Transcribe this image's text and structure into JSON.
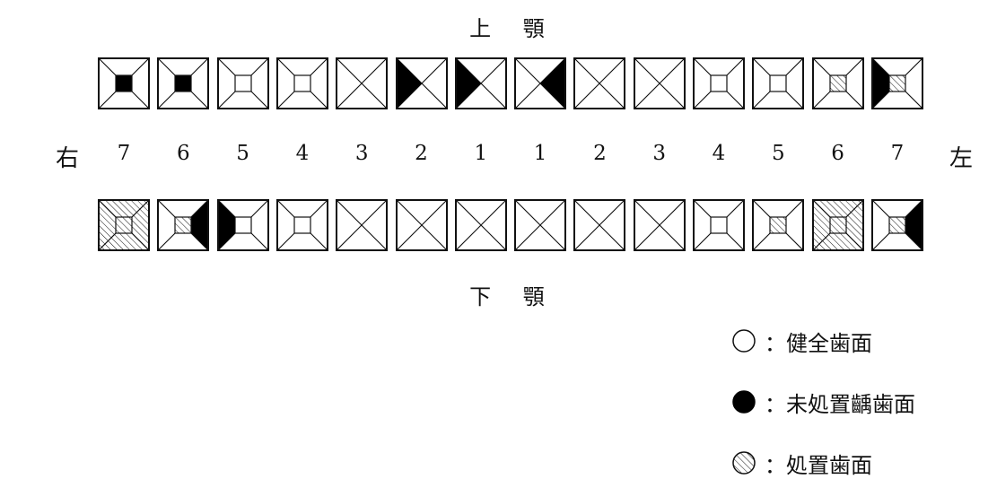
{
  "diagram": {
    "upper_jaw_label": "上 顎",
    "lower_jaw_label": "下 顎",
    "right_label": "右",
    "left_label": "左",
    "tooth_numbers": [
      "7",
      "6",
      "5",
      "4",
      "3",
      "2",
      "1",
      "1",
      "2",
      "3",
      "4",
      "5",
      "6",
      "7"
    ],
    "upper_teeth": [
      {
        "center": "black"
      },
      {
        "center": "black"
      },
      {
        "center": "white"
      },
      {
        "center": "white"
      },
      {},
      {
        "left": "black"
      },
      {
        "left": "black"
      },
      {
        "right": "black"
      },
      {},
      {},
      {
        "center": "white"
      },
      {
        "center": "white"
      },
      {
        "center": "hatch"
      },
      {
        "center": "hatch",
        "left": "black"
      }
    ],
    "lower_teeth": [
      {
        "center": "hatch",
        "top": "hatch",
        "right": "hatch",
        "bottom": "hatch",
        "left": "hatch"
      },
      {
        "center": "hatch",
        "right": "black"
      },
      {
        "center": "white",
        "left": "black"
      },
      {
        "center": "white"
      },
      {},
      {},
      {},
      {},
      {},
      {},
      {
        "center": "white"
      },
      {
        "center": "hatch"
      },
      {
        "center": "hatch",
        "top": "hatch",
        "right": "hatch",
        "bottom": "hatch",
        "left": "hatch"
      },
      {
        "center": "hatch",
        "right": "black"
      }
    ]
  },
  "legend": [
    {
      "symbol": "white",
      "text": "：健全歯面"
    },
    {
      "symbol": "black",
      "text": "：未処置齲歯面"
    },
    {
      "symbol": "hatch",
      "text": "：処置歯面"
    }
  ]
}
